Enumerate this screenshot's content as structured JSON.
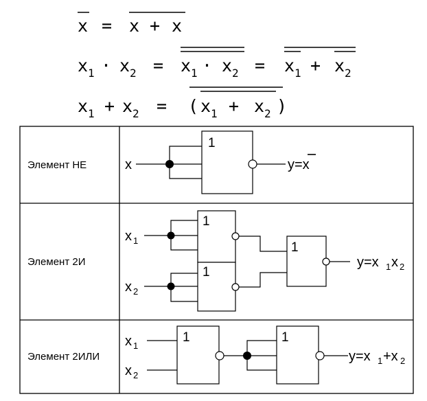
{
  "formulas": {
    "f1": {
      "a": "x",
      "eq": "=",
      "b": "x",
      "op": "+",
      "c": "x"
    },
    "f2": {
      "x1": "x",
      "s1": "1",
      "dot": "·",
      "x2": "x",
      "s2": "2",
      "eq": "=",
      "r1x1": "x",
      "r1s1": "1",
      "r1dot": "·",
      "r1x2": "x",
      "r1s2": "2",
      "eq2": "=",
      "r2x1": "x",
      "r2s1": "1",
      "r2op": "+",
      "r2x2": "x",
      "r2s2": "2"
    },
    "f3": {
      "x1": "x",
      "s1": "1",
      "op": "+",
      "x2": "x",
      "s2": "2",
      "eq": "=",
      "lp": "(",
      "rx1": "x",
      "rs1": "1",
      "rop": "+",
      "rx2": "x",
      "rs2": "2",
      "rp": ")"
    }
  },
  "rows": [
    {
      "label": "Элемент НЕ",
      "gate_mark": "1",
      "input": "x",
      "output": "y=x"
    },
    {
      "label": "Элемент 2И",
      "gate_mark_top": "1",
      "gate_mark_bottom": "1",
      "gate_mark_out": "1",
      "input1": "x",
      "input1_sub": "1",
      "input2": "x",
      "input2_sub": "2",
      "out_y": "y=x",
      "out_s1": "1",
      "out_x2": "x",
      "out_s2": "2"
    },
    {
      "label": "Элемент 2ИЛИ",
      "gate_mark_1": "1",
      "gate_mark_2": "1",
      "input1": "x",
      "input1_sub": "1",
      "input2": "x",
      "input2_sub": "2",
      "out_y": "y=x",
      "out_s1": "1",
      "out_plus": "+x",
      "out_s2": "2"
    }
  ]
}
